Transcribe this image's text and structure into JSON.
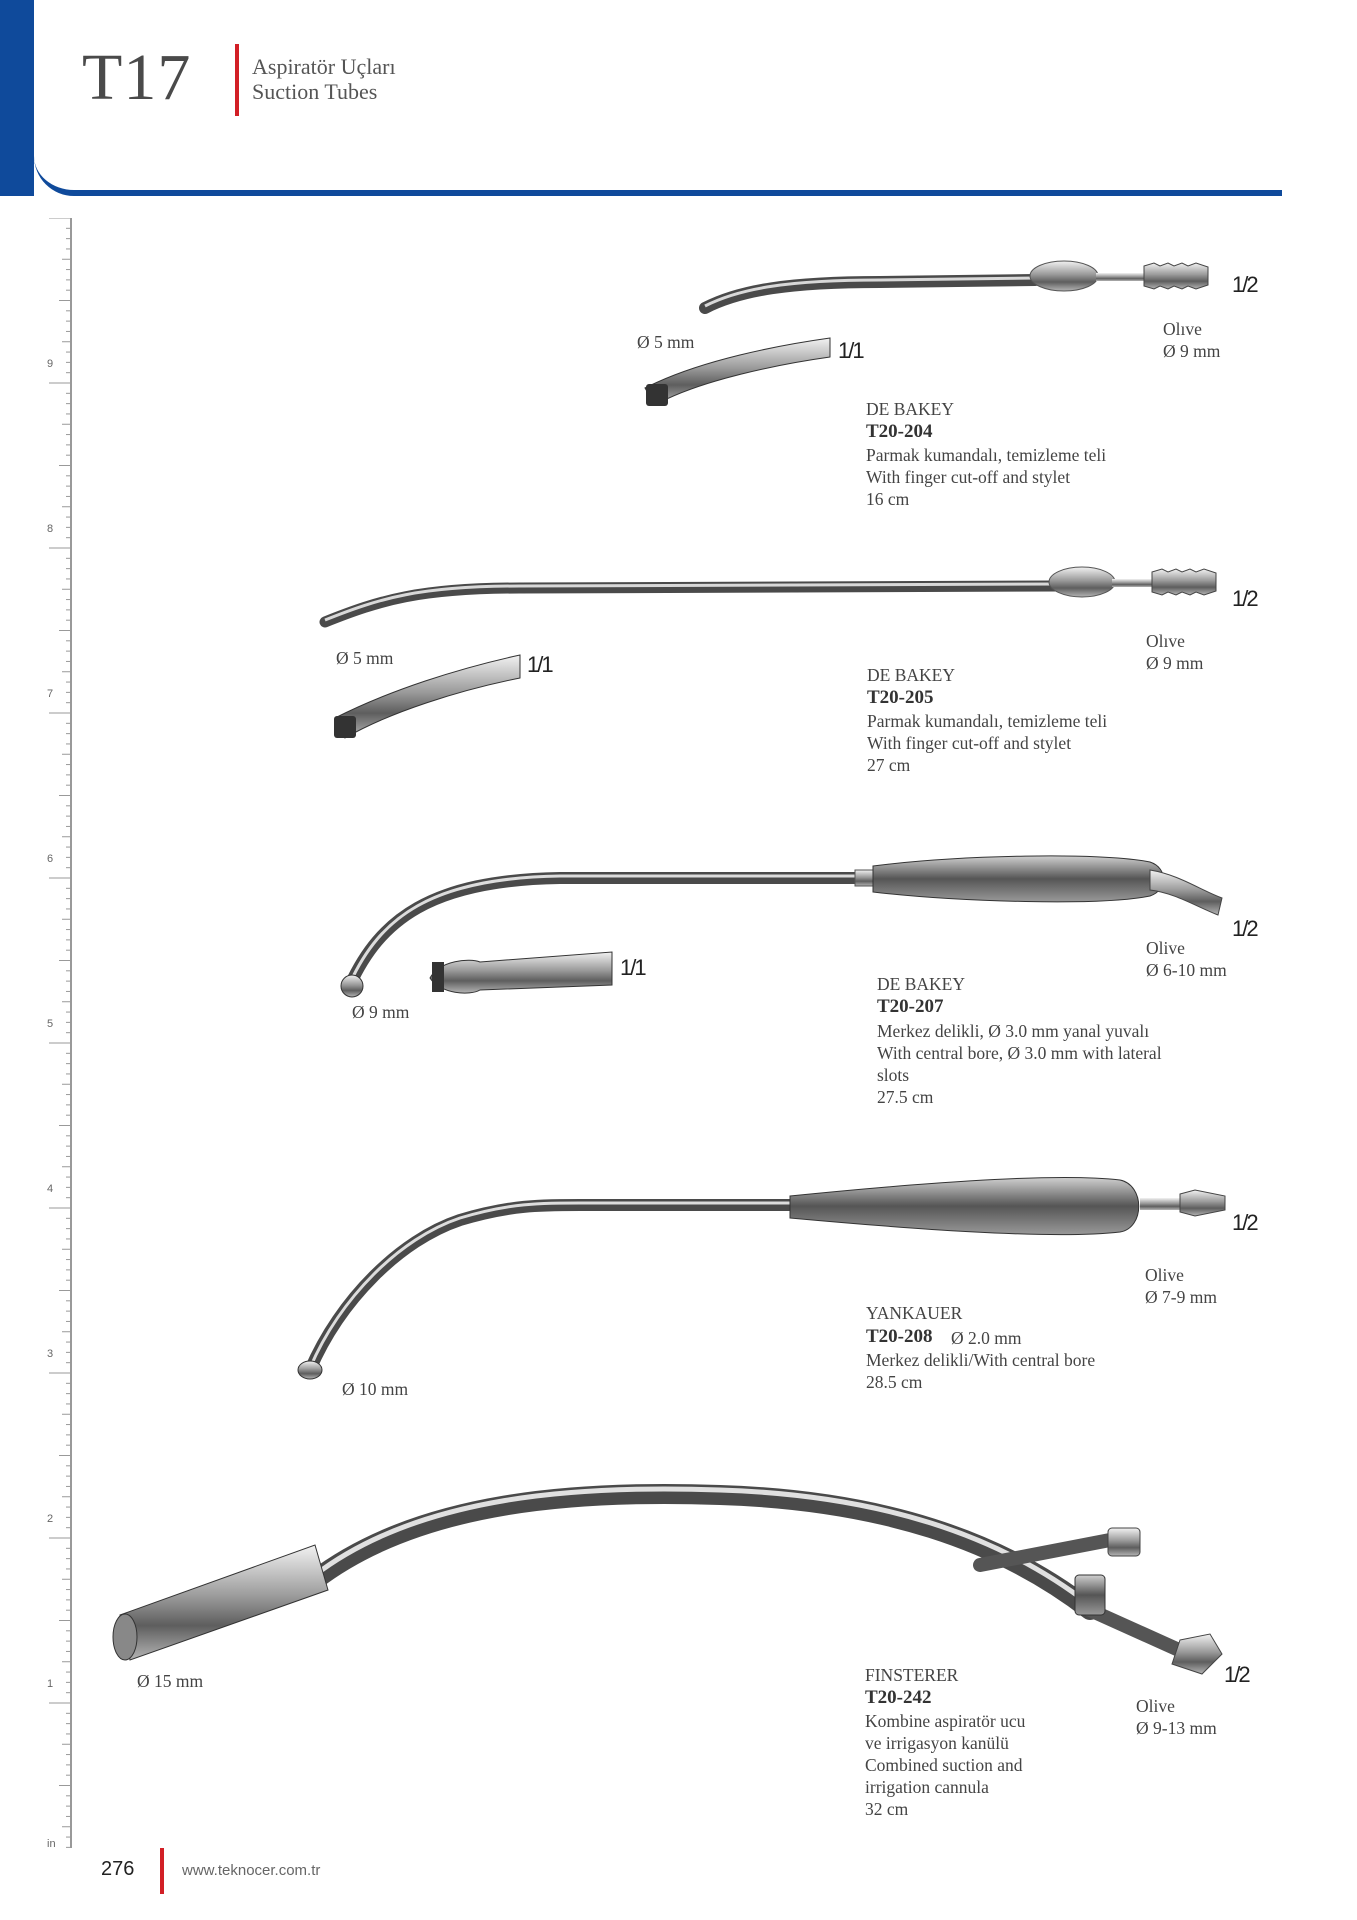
{
  "header": {
    "code": "T17",
    "title_tr": "Aspiratör Uçları",
    "title_en": "Suction Tubes",
    "accent_color": "#0f4a9b",
    "sep_color": "#d21f26"
  },
  "ruler": {
    "numbers": [
      "9",
      "8",
      "7",
      "6",
      "5",
      "4",
      "3",
      "2",
      "1",
      "in"
    ]
  },
  "products": [
    {
      "name": "DE BAKEY",
      "code": "T20-204",
      "tip": "Ø 5 mm",
      "scale_tip": "1/1",
      "scale_full": "1/2",
      "olive": "Olıve",
      "olive_d": "Ø 9 mm",
      "lines": [
        "Parmak kumandalı, temizleme teli",
        "With finger cut-off and stylet",
        "16 cm"
      ]
    },
    {
      "name": "DE BAKEY",
      "code": "T20-205",
      "tip": "Ø 5 mm",
      "scale_tip": "1/1",
      "scale_full": "1/2",
      "olive": "Olıve",
      "olive_d": "Ø 9 mm",
      "lines": [
        "Parmak kumandalı, temizleme teli",
        "With finger cut-off and stylet",
        "27 cm"
      ]
    },
    {
      "name": "DE BAKEY",
      "code": "T20-207",
      "tip": "Ø 9 mm",
      "scale_tip": "1/1",
      "scale_full": "1/2",
      "olive": "Olive",
      "olive_d": "Ø 6-10 mm",
      "lines": [
        "Merkez delikli, Ø 3.0 mm yanal yuvalı",
        "With central bore, Ø 3.0 mm with lateral",
        "slots",
        "27.5 cm"
      ]
    },
    {
      "name": "YANKAUER",
      "code": "T20-208",
      "code_extra": "Ø 2.0 mm",
      "tip": "Ø 10 mm",
      "scale_full": "1/2",
      "olive": "Olive",
      "olive_d": "Ø 7-9 mm",
      "lines": [
        "Merkez delikli/With central bore",
        " 28.5 cm"
      ]
    },
    {
      "name": "FINSTERER",
      "code": "T20-242",
      "tip": "Ø 15 mm",
      "scale_full": "1/2",
      "olive": "Olive",
      "olive_d": "Ø 9-13 mm",
      "lines": [
        "Kombine aspiratör ucu",
        "ve irrigasyon kanülü",
        "Combined suction and",
        "irrigation cannula",
        "32 cm"
      ]
    }
  ],
  "footer": {
    "page": "276",
    "url": "www.teknocer.com.tr"
  }
}
